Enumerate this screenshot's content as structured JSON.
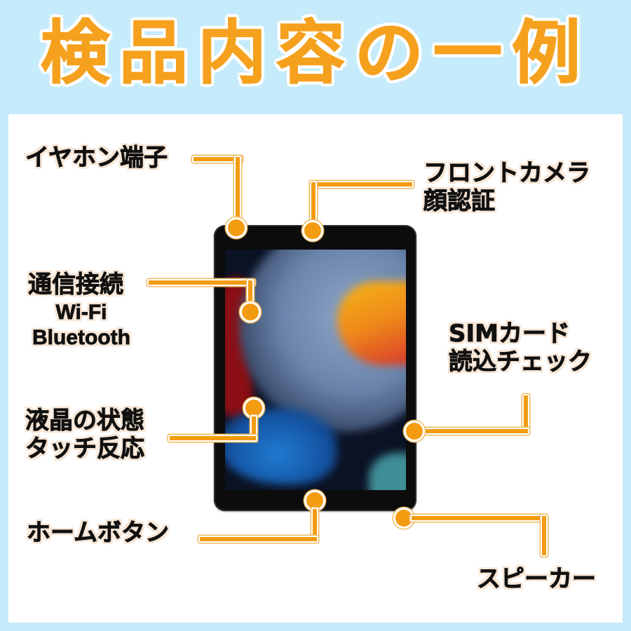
{
  "title": "検品内容の一例",
  "colors": {
    "background": "#c6ebfb",
    "title": "#f5a11e",
    "connector": "#f39c12",
    "panel": "#ffffff",
    "label_text": "#111111"
  },
  "labels": {
    "earphone_jack": "イヤホン端子",
    "front_camera": [
      "フロントカメラ",
      "顔認証"
    ],
    "connectivity": [
      "通信接続",
      "Wi-Fi",
      "Bluetooth"
    ],
    "lcd": [
      "液晶の状態",
      "タッチ反応"
    ],
    "home_button": "ホームボタン",
    "sim_card": [
      "SIMカード",
      "読込チェック"
    ],
    "speaker": "スピーカー"
  },
  "device": {
    "type": "tablet",
    "icon": "tablet-illustration"
  }
}
